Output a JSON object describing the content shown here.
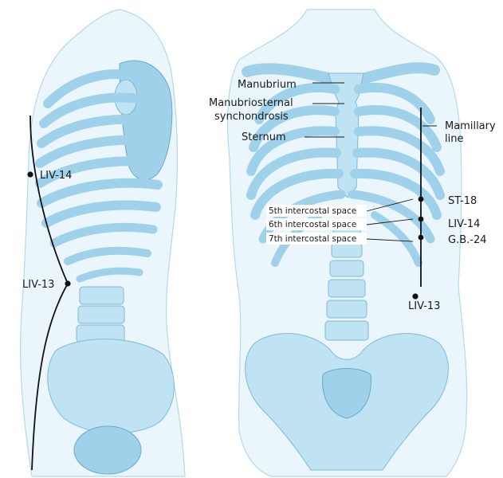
{
  "side_view": {
    "liv14": "LIV-14",
    "liv13": "LIV-13"
  },
  "front_view": {
    "manubrium": "Manubrium",
    "manubriosternal_1": "Manubriosternal",
    "manubriosternal_2": "synchondrosis",
    "sternum": "Sternum",
    "mamillary_1": "Mamillary",
    "mamillary_2": "line",
    "ics5": "5th intercostal space",
    "ics6": "6th intercostal space",
    "ics7": "7th intercostal space",
    "st18": "ST-18",
    "liv14": "LIV-14",
    "gb24": "G.B.-24",
    "liv13": "LIV-13"
  },
  "colors": {
    "bone": "#bfe3f3",
    "bone_outline": "#7fb9d6",
    "skin": "#eaf6fc",
    "line": "#111111"
  }
}
